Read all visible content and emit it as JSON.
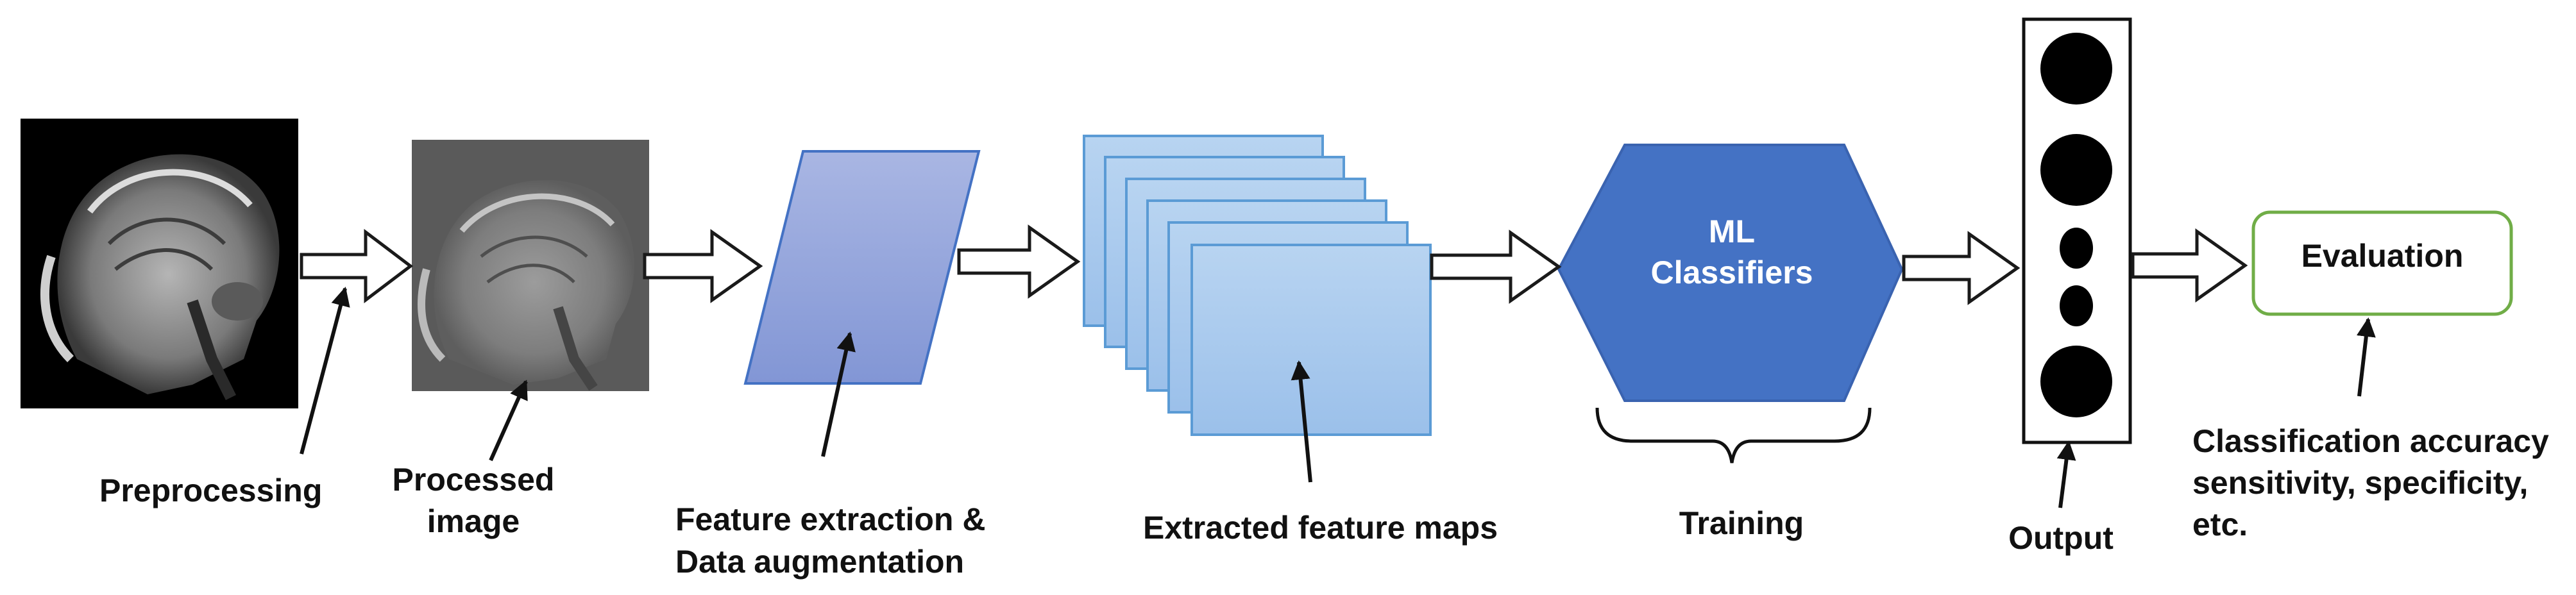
{
  "nodes": {
    "ml_classifiers": {
      "line1": "ML",
      "line2": "Classifiers"
    },
    "evaluation": "Evaluation"
  },
  "labels": {
    "preprocessing": "Preprocessing",
    "processed_image": {
      "line1": "Processed",
      "line2": "image"
    },
    "feature_extraction": {
      "line1": "Feature extraction &",
      "line2": "Data augmentation"
    },
    "extracted_feature_maps": "Extracted feature maps",
    "training": "Training",
    "output": "Output",
    "metrics": {
      "line1": "Classification accuracy",
      "line2": "sensitivity, specificity,",
      "line3": "etc."
    }
  },
  "colors": {
    "mri_dark_bg": "#000000",
    "mri_gray_bg": "#5a5a5a",
    "parallelogram_fill": "#96a8dd",
    "feature_map_fill": "#a8c8ec",
    "feature_map_stroke": "#5b9bd5",
    "hexagon_fill": "#4472c4",
    "evaluation_border": "#70ad47",
    "arrow_stroke": "#1a1a1a"
  }
}
